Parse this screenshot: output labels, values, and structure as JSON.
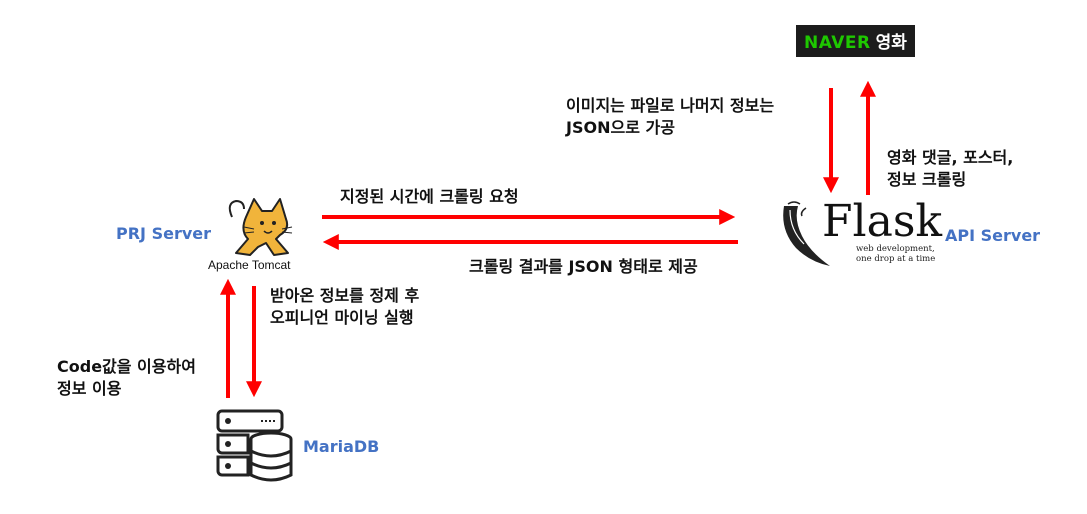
{
  "naver": {
    "brand": "NAVER",
    "service": "영화"
  },
  "servers": {
    "prj": "PRJ Server",
    "api": "API Server",
    "db": "MariaDB"
  },
  "logos": {
    "tomcat_caption": "Apache Tomcat",
    "flask_word": "Flask",
    "flask_tagline_1": "web development,",
    "flask_tagline_2": "one drop at a time"
  },
  "edges": {
    "naver_to_flask": [
      "이미지는 파일로 나머지 정보는",
      "JSON으로 가공"
    ],
    "flask_to_naver": [
      "영화 댓글, 포스터,",
      "정보 크롤링"
    ],
    "tomcat_to_flask": "지정된 시간에 크롤링 요청",
    "flask_to_tomcat": "크롤링 결과를 JSON 형태로 제공",
    "tomcat_to_db": [
      "받아온 정보를 정제 후",
      "오피니언 마이닝 실행"
    ],
    "db_to_tomcat": [
      "Code값을 이용하여",
      "정보 이용"
    ]
  },
  "colors": {
    "arrow": "#ff0000",
    "server_label": "#4472c4",
    "naver_green": "#1ec800"
  }
}
